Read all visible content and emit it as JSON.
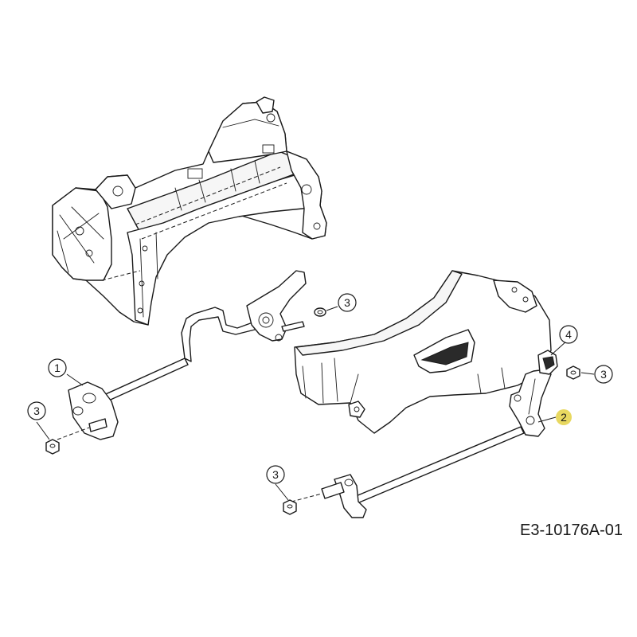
{
  "callouts": [
    {
      "id": "c1",
      "label": "1"
    },
    {
      "id": "c2",
      "label": "2",
      "highlight": "#e8d860"
    },
    {
      "id": "c3a",
      "label": "3"
    },
    {
      "id": "c3b",
      "label": "3"
    },
    {
      "id": "c3c",
      "label": "3"
    },
    {
      "id": "c3d",
      "label": "3"
    },
    {
      "id": "c4",
      "label": "4"
    }
  ],
  "reference_code": "E3-10176A-01"
}
